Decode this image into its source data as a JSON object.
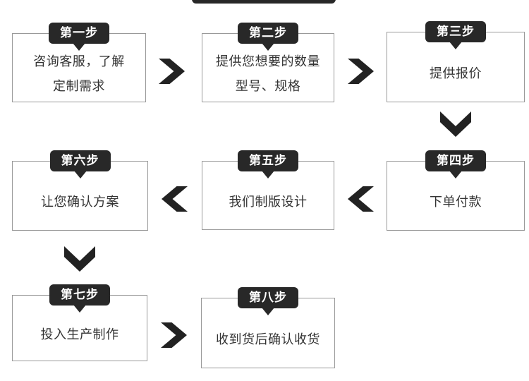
{
  "colors": {
    "tag_bg": "#282828",
    "tag_text": "#ffffff",
    "box_border": "#999999",
    "box_text": "#333333",
    "arrow": "#222222",
    "background": "#ffffff"
  },
  "steps": [
    {
      "label": "第一步",
      "text": "咨询客服，了解\n定制需求"
    },
    {
      "label": "第二步",
      "text": "提供您想要的数量\n型号、规格"
    },
    {
      "label": "第三步",
      "text": "提供报价"
    },
    {
      "label": "第四步",
      "text": "下单付款"
    },
    {
      "label": "第五步",
      "text": "我们制版设计"
    },
    {
      "label": "第六步",
      "text": "让您确认方案"
    },
    {
      "label": "第七步",
      "text": "投入生产制作"
    },
    {
      "label": "第八步",
      "text": "收到货后确认收货"
    }
  ],
  "flow_arrows": [
    {
      "from": 1,
      "to": 2,
      "direction": "right"
    },
    {
      "from": 2,
      "to": 3,
      "direction": "right"
    },
    {
      "from": 3,
      "to": 4,
      "direction": "down"
    },
    {
      "from": 4,
      "to": 5,
      "direction": "left"
    },
    {
      "from": 5,
      "to": 6,
      "direction": "left"
    },
    {
      "from": 6,
      "to": 7,
      "direction": "down"
    },
    {
      "from": 7,
      "to": 8,
      "direction": "right"
    }
  ]
}
